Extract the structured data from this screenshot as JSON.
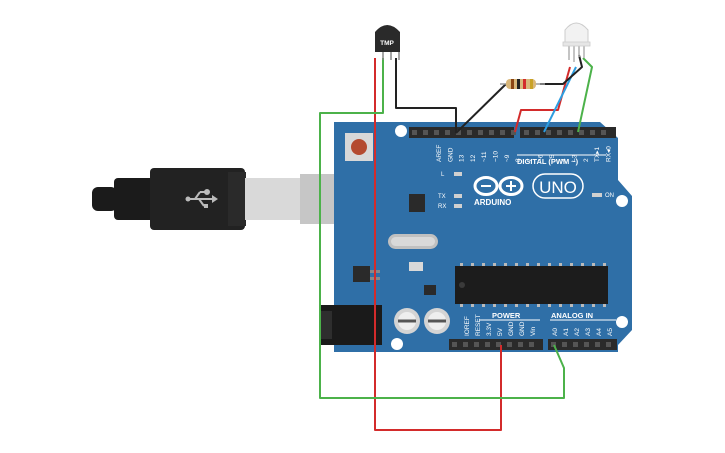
{
  "sensor": {
    "label": "TMP"
  },
  "board": {
    "brand": "ARDUINO",
    "model": "UNO",
    "on_label": "ON",
    "led_l": "L",
    "led_tx": "TX",
    "led_rx": "RX",
    "digital_header": "DIGITAL (PWM ~)",
    "power_header": "POWER",
    "analog_header": "ANALOG IN",
    "digital_pins": [
      "AREF",
      "GND",
      "13",
      "12",
      "~11",
      "~10",
      "~9",
      "8",
      "7",
      "~6",
      "~5",
      "4",
      "~3",
      "2",
      "TX▸1",
      "RX◂0"
    ],
    "power_pins": [
      "IOREF",
      "RESET",
      "3.3V",
      "5V",
      "GND",
      "GND",
      "Vin"
    ],
    "analog_pins": [
      "A0",
      "A1",
      "A2",
      "A3",
      "A4",
      "A5"
    ]
  },
  "wire_colors": {
    "red": "#d32b2b",
    "black": "#222222",
    "green": "#4cb24a",
    "blue": "#2d9de0"
  },
  "board_color": "#2f6fa7"
}
